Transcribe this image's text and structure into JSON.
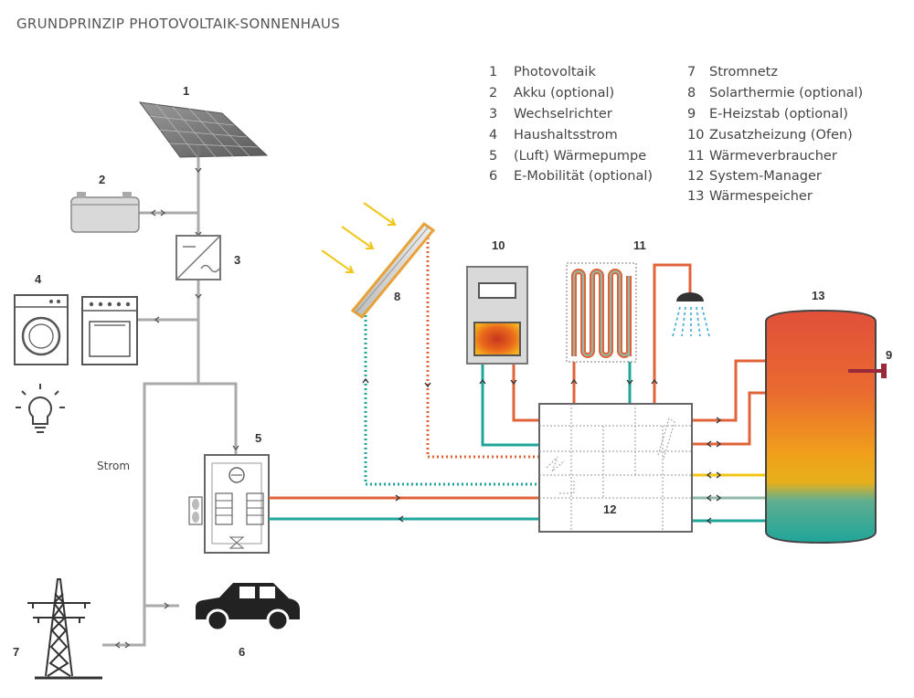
{
  "title": "GRUNDPRINZIP PHOTOVOLTAIK-SONNENHAUS",
  "legend": [
    {
      "num": "1",
      "label": "Photovoltaik"
    },
    {
      "num": "2",
      "label": "Akku (optional)"
    },
    {
      "num": "3",
      "label": "Wechselrichter"
    },
    {
      "num": "4",
      "label": "Haushaltsstrom"
    },
    {
      "num": "5",
      "label": "(Luft) Wärmepumpe"
    },
    {
      "num": "6",
      "label": "E-Mobilität (optional)"
    },
    {
      "num": "7",
      "label": "Stromnetz"
    },
    {
      "num": "8",
      "label": "Solarthermie (optional)"
    },
    {
      "num": "9",
      "label": "E-Heizstab (optional)"
    },
    {
      "num": "10",
      "label": "Zusatzheizung (Ofen)"
    },
    {
      "num": "11",
      "label": "Wärmeverbraucher"
    },
    {
      "num": "12",
      "label": "System-Manager"
    },
    {
      "num": "13",
      "label": "Wärmespeicher"
    }
  ],
  "strom_label": "Strom",
  "colors": {
    "pipe_hot": "#e0643a",
    "pipe_cold": "#1fa59a",
    "pipe_yellow": "#f2c618",
    "pipe_mid": "#8fb8a8",
    "electric": "#aaaaaa",
    "sun_arrow": "#f2c618",
    "tank_top": "#e0503a",
    "tank_mid": "#f09a1c",
    "tank_bottom": "#1fa59a"
  },
  "icons": {
    "pv": "solar-panel-icon",
    "battery": "battery-icon",
    "inverter": "inverter-icon",
    "household": [
      "washing-machine-icon",
      "oven-icon",
      "light-bulb-icon"
    ],
    "heat_pump": "heat-pump-icon",
    "car": "car-icon",
    "grid": "power-pylon-icon",
    "solar_thermal": "solar-collector-icon",
    "heating_rod": "heating-rod-icon",
    "stove": "stove-icon",
    "consumer": [
      "radiator-icon",
      "shower-icon"
    ],
    "manager": "system-manager-icon",
    "storage": "heat-storage-tank-icon"
  }
}
